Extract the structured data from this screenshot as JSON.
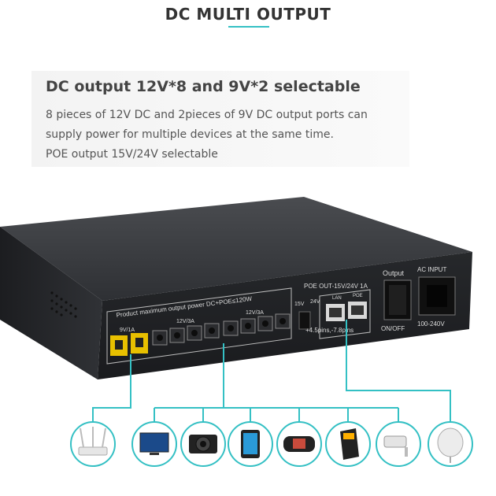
{
  "header": {
    "title": "DC MULTI OUTPUT"
  },
  "description": {
    "title": "DC output 12V*8 and 9V*2 selectable",
    "lines": [
      "8 pieces of 12V DC and 2pieces of 9V DC output ports can",
      "supply power for multiple devices at the same time.",
      "POE output 15V/24V selectable"
    ]
  },
  "panel": {
    "power_label": "Product maximum output power DC+POE≤120W",
    "port_9v": "9V/1A",
    "port_12v_a": "12V/3A",
    "port_12v_b": "12V/3A",
    "switch_15v": "15V",
    "switch_24v": "24V",
    "poe_title": "POE OUT-15V/24V 1A",
    "lan": "LAN",
    "poe": "POE",
    "poe_pins": "+4.5pins,-7.8pins",
    "output_label": "Output",
    "on_off": "ON/OFF",
    "ac_input": "AC INPUT",
    "ac_range": "100-240V"
  },
  "accent_color": "#34c0c4",
  "devices": [
    "router-icon",
    "tv-icon",
    "camera-icon",
    "phone-icon",
    "game-console-icon",
    "pos-terminal-icon",
    "cctv-camera-icon",
    "wireless-bridge-icon"
  ]
}
